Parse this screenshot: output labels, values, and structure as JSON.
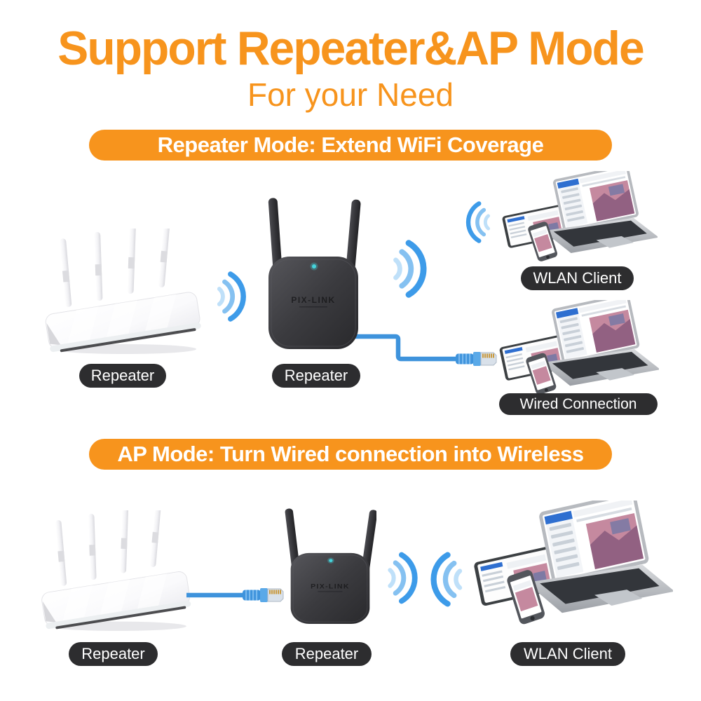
{
  "header": {
    "title": "Support Repeater&AP Mode",
    "subtitle": "For your Need"
  },
  "repeater_mode": {
    "banner": "Repeater Mode: Extend WiFi Coverage",
    "router_label": "Repeater",
    "extender_label": "Repeater",
    "extender_brand": "PIX-LINK",
    "wlan_client_label": "WLAN Client",
    "wired_connection_label": "Wired Connection"
  },
  "ap_mode": {
    "banner": "AP Mode: Turn Wired connection into Wireless",
    "router_label": "Repeater",
    "extender_label": "Repeater",
    "extender_brand": "PIX-LINK",
    "wlan_client_label": "WLAN Client"
  },
  "colors": {
    "accent_orange": "#F7941D",
    "label_pill_bg": "#2D2D2F",
    "wifi_blue_outer": "#3D9BE9",
    "wifi_blue_mid": "#85C1F1",
    "wifi_blue_inner": "#BFE0F9",
    "cable_blue": "#3E93DC",
    "led_cyan": "#45D4DC"
  }
}
